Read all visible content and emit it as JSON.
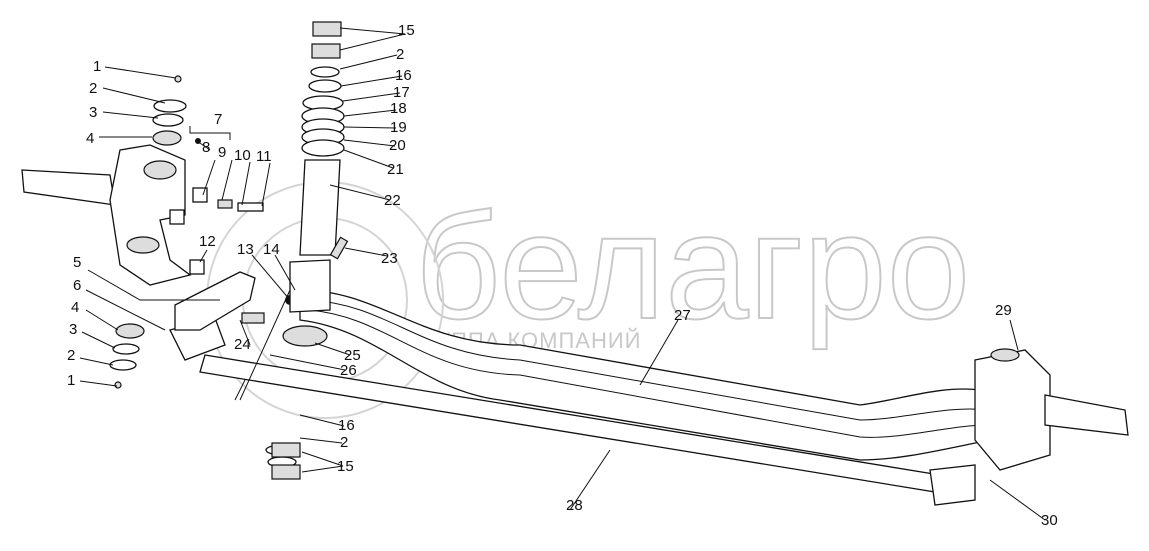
{
  "watermark": {
    "brand": "белагро",
    "subtitle": "ГРУППА КОМПАНИЙ"
  },
  "callouts": {
    "left_top": [
      "1",
      "2",
      "3",
      "4"
    ],
    "kit": [
      "7",
      "8",
      "9",
      "10",
      "11",
      "12",
      "13",
      "14"
    ],
    "left_bottom": [
      "5",
      "6",
      "4",
      "3",
      "2",
      "1"
    ],
    "kingpin_top": [
      "15",
      "2",
      "16",
      "17",
      "18",
      "19",
      "20",
      "21",
      "22",
      "23"
    ],
    "axle": [
      "24",
      "25",
      "26",
      "27",
      "16",
      "2",
      "15",
      "28",
      "29",
      "30"
    ]
  }
}
